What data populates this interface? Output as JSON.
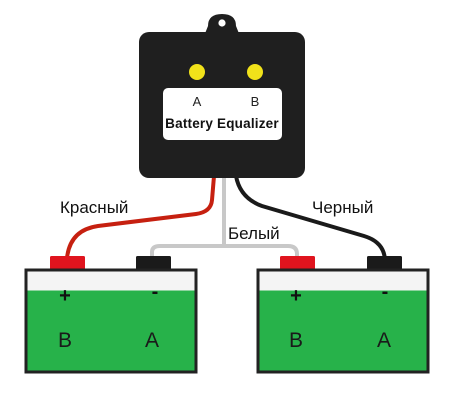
{
  "device": {
    "title": "Battery Equalizer",
    "led_a_label": "A",
    "led_b_label": "B",
    "led_color": "#f1e21a",
    "body_color": "#1f1f1f"
  },
  "wires": {
    "red_label": "Красный",
    "white_label": "Белый",
    "black_label": "Черный",
    "red_color": "#c62010",
    "white_color": "#c8c8c8",
    "black_color": "#1a1a1a"
  },
  "battery_left": {
    "plus_sign": "+",
    "minus_sign": "-",
    "left_letter": "B",
    "right_letter": "A"
  },
  "battery_right": {
    "plus_sign": "+",
    "minus_sign": "-",
    "left_letter": "B",
    "right_letter": "A"
  },
  "colors": {
    "battery_fill": "#27b24a",
    "battery_top": "#f4f4f4",
    "terminal_red": "#e0141e",
    "terminal_black": "#1a1a1a"
  }
}
